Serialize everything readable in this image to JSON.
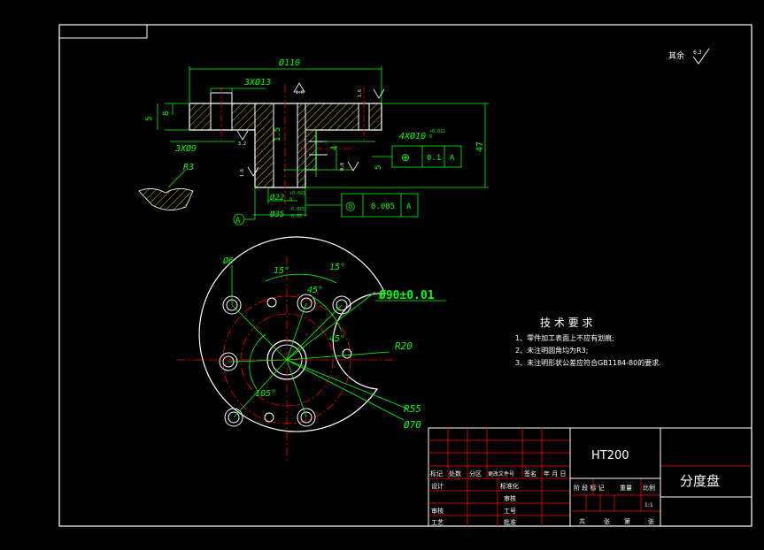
{
  "drawing": {
    "roughness_note": "其余",
    "roughness_value": "6.3",
    "roughness_symbol": "√",
    "technical_requirements": {
      "title": "技 术 要 求",
      "items": [
        "1、零件加工表面上不应有划痕;",
        "2、未注明圆角均为R3;",
        "3、未注明形状公差应符合GB1184-80的要求."
      ]
    },
    "front_view": {
      "overall_width": "Ø110",
      "holes_label": "3XØ13",
      "counterbore_label": "3XØ9",
      "depth_5": "5",
      "depth_8": "8",
      "radius": "R3",
      "chamfer_15": "1.5",
      "height_47": "47",
      "small_5": "5",
      "dim_4": "4",
      "bore_label": "4XØ10",
      "bore_tol": "+0.022",
      "bore_tol_low": "0",
      "shaft_22": "Ø22",
      "shaft_22_tol_hi": "+0.021",
      "shaft_22_tol_lo": "0",
      "shaft_35": "Ø35",
      "shaft_35_tol_hi": "-0.025",
      "shaft_35_tol_lo": "-0.05",
      "datum_a": "A",
      "rough_16a": "1.6",
      "rough_16b": "1.6",
      "rough_32": "3.2",
      "rough_16c": "1.6",
      "rough_08": "0.8",
      "position_tol": {
        "symbol": "⊕",
        "value": "0.1",
        "datum": "A"
      },
      "concentric_tol": {
        "symbol": "◎",
        "value": "0.005",
        "datum": "A"
      }
    },
    "top_view": {
      "dia_6": "Ø6",
      "angle_15a": "15°",
      "angle_15b": "15°",
      "angle_45a": "45°",
      "angle_45b": "45°",
      "angle_105": "105°",
      "dia_90": "Ø90±0.01",
      "r20": "R20",
      "r55": "R55",
      "dia_70": "Ø70"
    },
    "title_block": {
      "material": "HT200",
      "part_name": "分度盘",
      "headers": [
        "标记",
        "处数",
        "分区",
        "更改文件号",
        "签名",
        "年 月 日"
      ],
      "rows_left": [
        "设计",
        "审核",
        "工艺"
      ],
      "rows_mid": [
        "标准化",
        "审核",
        "工号",
        "批准"
      ],
      "right_headers": [
        "阶 段 标 记",
        "重量",
        "比例"
      ],
      "scale": "1:1",
      "sheet_info": [
        "共",
        "张",
        "第",
        "张"
      ]
    }
  },
  "colors": {
    "background": "#000000",
    "frame": "#ffffff",
    "geometry": "#ffffff",
    "dimensions": "#00ff00",
    "centerlines": "#ff0000",
    "hatch": "#ffff00",
    "tolerance_frames": "#00ff00",
    "title_grid": "#ff0000"
  }
}
